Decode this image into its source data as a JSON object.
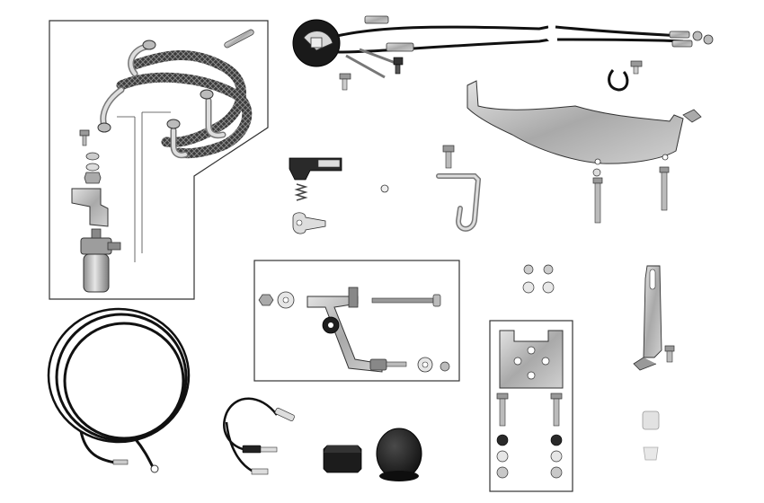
{
  "diagram": {
    "kind": "exploded parts kit illustration",
    "text_labels": [],
    "colors": {
      "background": "#ffffff",
      "frame": "#333333",
      "metal_light": "#d4d4d4",
      "metal_mid": "#a8a8a8",
      "metal_dark": "#6e6e6e",
      "rubber": "#1e1e1e",
      "cable": "#111111"
    },
    "groups": [
      {
        "id": "fuel-filter-kit",
        "framed": true,
        "parts": [
          "fuel-hose-braided",
          "hose-elbow",
          "hose-clamp",
          "fuel-filter",
          "mounting-bracket",
          "pin",
          "bolt",
          "washer",
          "nut"
        ]
      },
      {
        "id": "throttle-cable-kit",
        "framed": false,
        "parts": [
          "cable-drum",
          "throttle-cables",
          "cable-ends",
          "cable-clip",
          "screw"
        ]
      },
      {
        "id": "cover-bracket",
        "framed": false,
        "parts": [
          "curved-bracket-plate",
          "long-bolt"
        ]
      },
      {
        "id": "clamp-parts",
        "framed": false,
        "parts": [
          "lever-clamp",
          "spring",
          "eye-terminal",
          "small-washer"
        ]
      },
      {
        "id": "hook-parts",
        "framed": false,
        "parts": [
          "j-hook",
          "bolt"
        ]
      },
      {
        "id": "lever-arm-kit",
        "framed": true,
        "parts": [
          "lever-arm",
          "long-screw",
          "washers",
          "nuts"
        ]
      },
      {
        "id": "mounting-plate-kit",
        "framed": true,
        "parts": [
          "base-plate",
          "bolts",
          "washers",
          "nuts"
        ]
      },
      {
        "id": "adjuster-parts",
        "framed": false,
        "parts": [
          "slotted-link",
          "bushing",
          "sleeve"
        ]
      },
      {
        "id": "wiring",
        "framed": false,
        "parts": [
          "wire-harness-coil",
          "connector-lead"
        ]
      },
      {
        "id": "rubber-parts",
        "framed": false,
        "parts": [
          "square-grommet",
          "round-cap"
        ]
      }
    ]
  }
}
